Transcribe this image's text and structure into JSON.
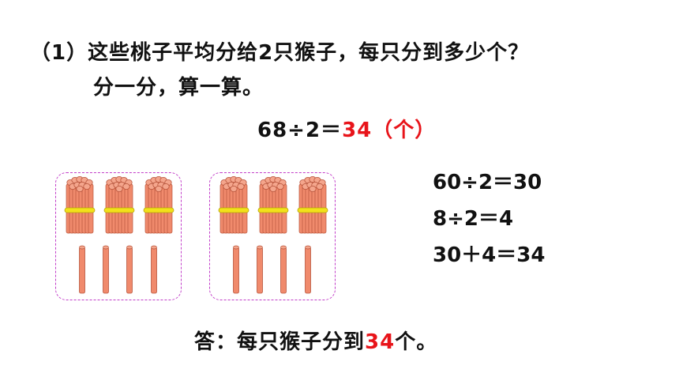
{
  "problem": {
    "line1": "（1）这些桃子平均分给2只猴子，每只分到多少个？",
    "line2": "分一分，算一算。"
  },
  "equation": {
    "expression": "68÷2＝",
    "result": "34",
    "unit": "（个）"
  },
  "steps": [
    "60÷2＝30",
    "8÷2＝4",
    "30＋4＝34"
  ],
  "answer": {
    "prefix": "答：每只猴子分到",
    "value": "34",
    "suffix": "个。"
  },
  "groups": [
    {
      "bundles": 3,
      "singles": 4
    },
    {
      "bundles": 3,
      "singles": 4
    }
  ],
  "colors": {
    "highlight": "#e8141a",
    "stick": "#f08a6c",
    "band": "#f2e11a",
    "group_border": "#c23ec9"
  }
}
